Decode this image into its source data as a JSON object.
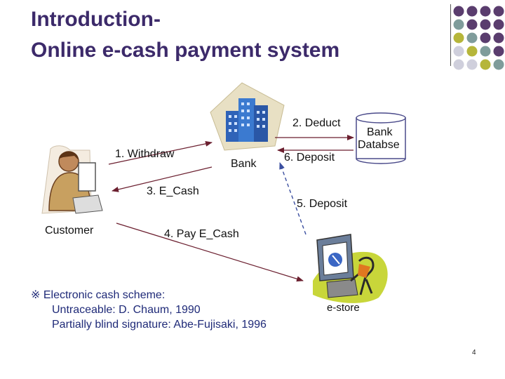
{
  "slide": {
    "title_line1": "Introduction-",
    "title_line2": "Online e-cash payment system",
    "page_number": "4"
  },
  "labels": {
    "deduct": "2. Deduct",
    "withdraw": "1. Withdraw",
    "bank": "Bank",
    "deposit6": "6. Deposit",
    "db_line1": "Bank",
    "db_line2": "Databse",
    "ecash": "3. E_Cash",
    "deposit5": "5. Deposit",
    "customer": "Customer",
    "pay": "4. Pay E_Cash",
    "estore": "e-store"
  },
  "scheme": {
    "heading": "※ Electronic cash scheme:",
    "item1": "Untraceable: D. Chaum, 1990",
    "item2": "Partially blind signature:  Abe-Fujisaki, 1996"
  },
  "colors": {
    "title": "#3c2a6a",
    "deco_purple": "#5a3d6e",
    "deco_teal": "#7f9c9b",
    "deco_olive": "#b6b63a",
    "deco_grey": "#cfcfdc",
    "arrow": "#6b1f2f",
    "dashed_arrow": "#3b4fa0",
    "scheme_text": "#1f2a78"
  },
  "icons": [
    "bank-building-icon",
    "customer-person-icon",
    "database-cylinder-icon",
    "estore-computer-icon"
  ]
}
